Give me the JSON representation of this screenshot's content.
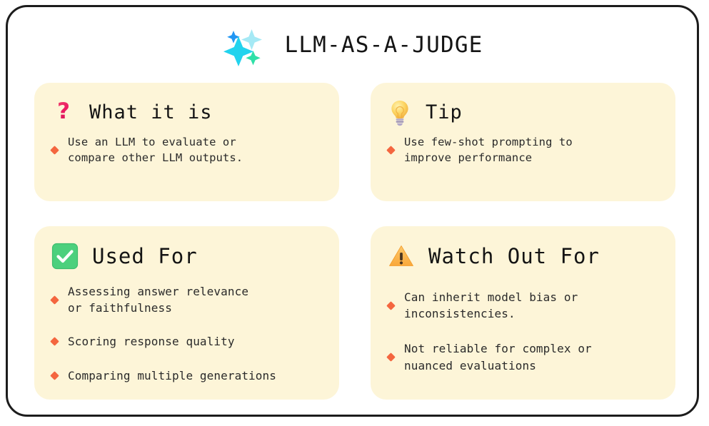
{
  "header": {
    "title": "LLM-AS-A-JUDGE",
    "icon": "sparkles-icon"
  },
  "colors": {
    "page_background": "#ffffff",
    "frame_border": "#1c1c1c",
    "card_background": "#fdf5d8",
    "bullet_marker": "#f4663f",
    "title_text": "#141414",
    "body_text": "#2a2a2a",
    "sparkle_primary": "#22d3ee",
    "sparkle_light": "#a5e9f5",
    "sparkle_green": "#2fe0a8",
    "sparkle_blue": "#2196f3",
    "question_mark": "#ec1d63",
    "checkbox_green": "#4cd07d",
    "warning_orange": "#fbb040",
    "bulb_yellow": "#fcd462"
  },
  "cards": [
    {
      "id": "what-it-is",
      "icon": "question-mark-icon",
      "title": "What it is",
      "bullets": [
        "Use an LLM to evaluate or\ncompare other LLM outputs."
      ]
    },
    {
      "id": "tip",
      "icon": "lightbulb-icon",
      "title": "Tip",
      "bullets": [
        "Use few-shot prompting to\nimprove performance"
      ]
    },
    {
      "id": "used-for",
      "icon": "check-box-icon",
      "title": "Used For",
      "bullets": [
        "Assessing answer relevance\nor faithfulness",
        "Scoring response quality",
        "Comparing multiple generations"
      ]
    },
    {
      "id": "watch-out-for",
      "icon": "warning-triangle-icon",
      "title": "Watch Out For",
      "bullets": [
        "Can inherit model bias or\ninconsistencies.",
        "Not reliable for complex or\nnuanced evaluations"
      ]
    }
  ]
}
